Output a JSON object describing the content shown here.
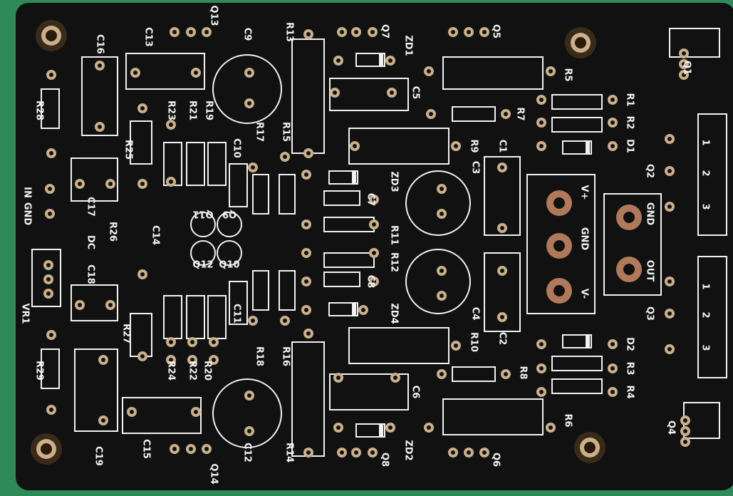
{
  "colors": {
    "background": "#2f8a5a",
    "board": "#111111",
    "silkscreen": "#f2f2f2",
    "pad": "#c9b08a",
    "copper": "#b07a5a"
  },
  "labels": [
    "C16",
    "C13",
    "Q13",
    "C9",
    "R13",
    "Q7",
    "ZD1",
    "Q5",
    "Q1",
    "R28",
    "R23",
    "R21",
    "R19",
    "R5",
    "C5",
    "R1",
    "R7",
    "R2",
    "R25",
    "R17",
    "R15",
    "C10",
    "R9",
    "C3",
    "C1",
    "D1",
    "Q2",
    "1",
    "2",
    "3",
    "IN",
    "GND",
    "ZD3",
    "C7",
    "V+",
    "C17",
    "Q9",
    "Q11",
    "R26",
    "C14",
    "DC",
    "R11",
    "GND",
    "GND",
    "Q12",
    "Q10",
    "C18",
    "R12",
    "C8",
    "OUT",
    "V-",
    "VR1",
    "ZD4",
    "C4",
    "R10",
    "C2",
    "C11",
    "Q3",
    "1",
    "2",
    "3",
    "R27",
    "R18",
    "R16",
    "D2",
    "R8",
    "R3",
    "R29",
    "R24",
    "R22",
    "R20",
    "C6",
    "R4",
    "C19",
    "C15",
    "C12",
    "R14",
    "Q14",
    "Q8",
    "ZD2",
    "Q6",
    "R6",
    "Q4"
  ]
}
